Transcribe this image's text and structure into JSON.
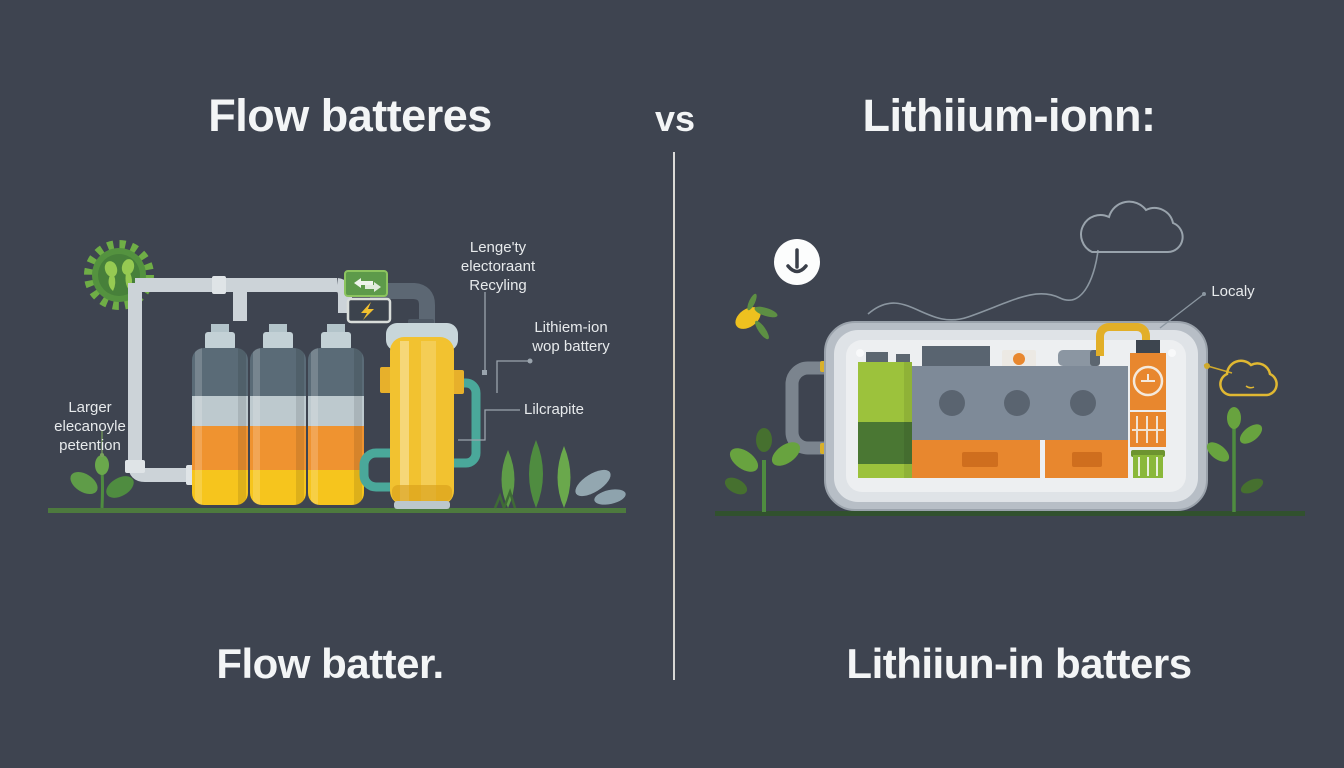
{
  "titles": {
    "top_left": "Flow batteres",
    "vs": "vs",
    "top_right": "Lithiium-ionn:",
    "bottom_left": "Flow batter.",
    "bottom_right": "Lithiiun-in batters"
  },
  "left_panel": {
    "labels": {
      "electrolyte": "Larger\nelecanoyle\npetention",
      "recycling": "Lenge'ty\nelectoraant\nRecyling",
      "membrane": "Lithiem-ion\nwop battery",
      "graphite": "Lilcrapite"
    }
  },
  "right_panel": {
    "labels": {
      "locally": "Localy"
    }
  },
  "icons": {
    "gear": "gear-icon",
    "recycle_chip": "recycle-chip-icon",
    "lightning_chip": "lightning-chip-icon",
    "download_circle": "download-circle-icon",
    "cloud": "cloud-outline-icon",
    "yellow_cloud": "cloud-outline-yellow-icon",
    "plants": "plant-icon"
  },
  "palette": {
    "background": "#3e4450",
    "title_text": "#f3f5f6",
    "label_text": "#e7eaec",
    "tank_dark": "#5a6b77",
    "tank_light": "#bdc9ce",
    "tank_orange": "#ef9330",
    "tank_yellow": "#f6c51d",
    "pipe_light": "#ccd3d8",
    "pipe_dark": "#5c6773",
    "teal_pipe": "#4aa89a",
    "green_accent": "#6aa84c",
    "ground_left": "#4d7a3e",
    "ground_right": "#31512e",
    "case_shell": "#b7bec6",
    "cell_green": "#9cc23c",
    "module_gray": "#7e8a98",
    "module_orange": "#e8872e",
    "wire_yellow": "#e2af28"
  }
}
